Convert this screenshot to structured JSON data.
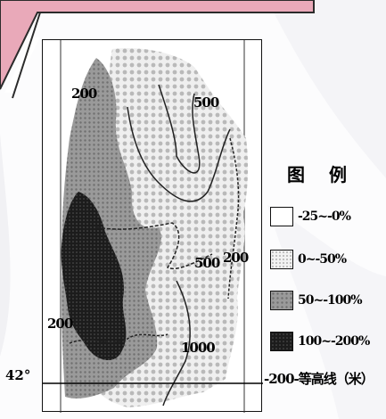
{
  "map": {
    "contour_labels": [
      "200",
      "500",
      "500",
      "200",
      "200",
      "1000"
    ],
    "latitude_label": "42°"
  },
  "legend": {
    "title": "图 例",
    "items": [
      {
        "label": "-25~-0%",
        "fill": "blank"
      },
      {
        "label": "0~-50%",
        "fill": "light-dots"
      },
      {
        "label": "50~-100%",
        "fill": "medium-gray"
      },
      {
        "label": "100~-200%",
        "fill": "dark"
      }
    ],
    "contour_line_label": "-200-等高线（米）"
  },
  "colors": {
    "banner_fill": "#e9a9b9",
    "banner_stroke": "#2b2b2b",
    "light_dots": "#c8c8c8",
    "medium_gray": "#8f8f8f",
    "dark": "#1a1a1a"
  }
}
